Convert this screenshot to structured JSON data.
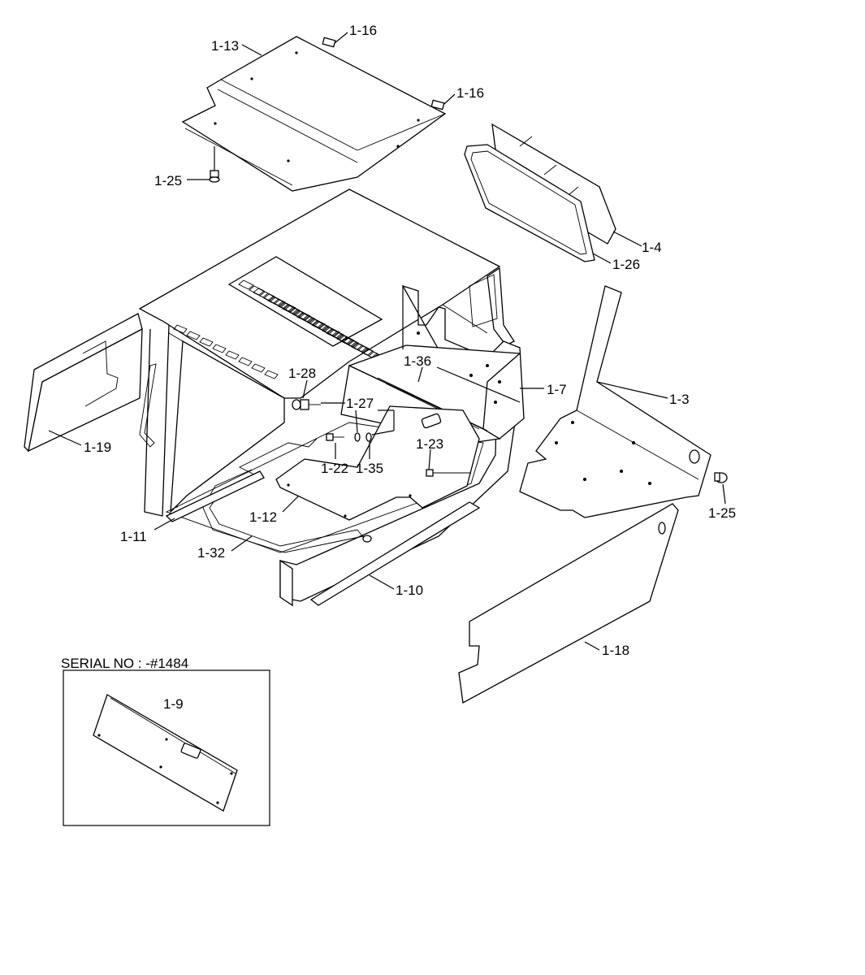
{
  "diagram": {
    "colors": {
      "line": "#000000",
      "background": "#ffffff"
    },
    "callouts": [
      {
        "id": "c-1-13",
        "text": "1-13"
      },
      {
        "id": "c-1-16a",
        "text": "1-16"
      },
      {
        "id": "c-1-16b",
        "text": "1-16"
      },
      {
        "id": "c-1-25a",
        "text": "1-25"
      },
      {
        "id": "c-1-4",
        "text": "1-4"
      },
      {
        "id": "c-1-26",
        "text": "1-26"
      },
      {
        "id": "c-1-36",
        "text": "1-36"
      },
      {
        "id": "c-1-7",
        "text": "1-7"
      },
      {
        "id": "c-1-3",
        "text": "1-3"
      },
      {
        "id": "c-1-28",
        "text": "1-28"
      },
      {
        "id": "c-1-27",
        "text": "1-27"
      },
      {
        "id": "c-1-23",
        "text": "1-23"
      },
      {
        "id": "c-1-19",
        "text": "1-19"
      },
      {
        "id": "c-1-22",
        "text": "1-22"
      },
      {
        "id": "c-1-35",
        "text": "1-35"
      },
      {
        "id": "c-1-25b",
        "text": "1-25"
      },
      {
        "id": "c-1-12",
        "text": "1-12"
      },
      {
        "id": "c-1-11",
        "text": "1-11"
      },
      {
        "id": "c-1-32",
        "text": "1-32"
      },
      {
        "id": "c-1-10",
        "text": "1-10"
      },
      {
        "id": "c-1-18",
        "text": "1-18"
      },
      {
        "id": "c-1-9",
        "text": "1-9"
      }
    ],
    "inset": {
      "title": "SERIAL NO : -#1484"
    }
  }
}
